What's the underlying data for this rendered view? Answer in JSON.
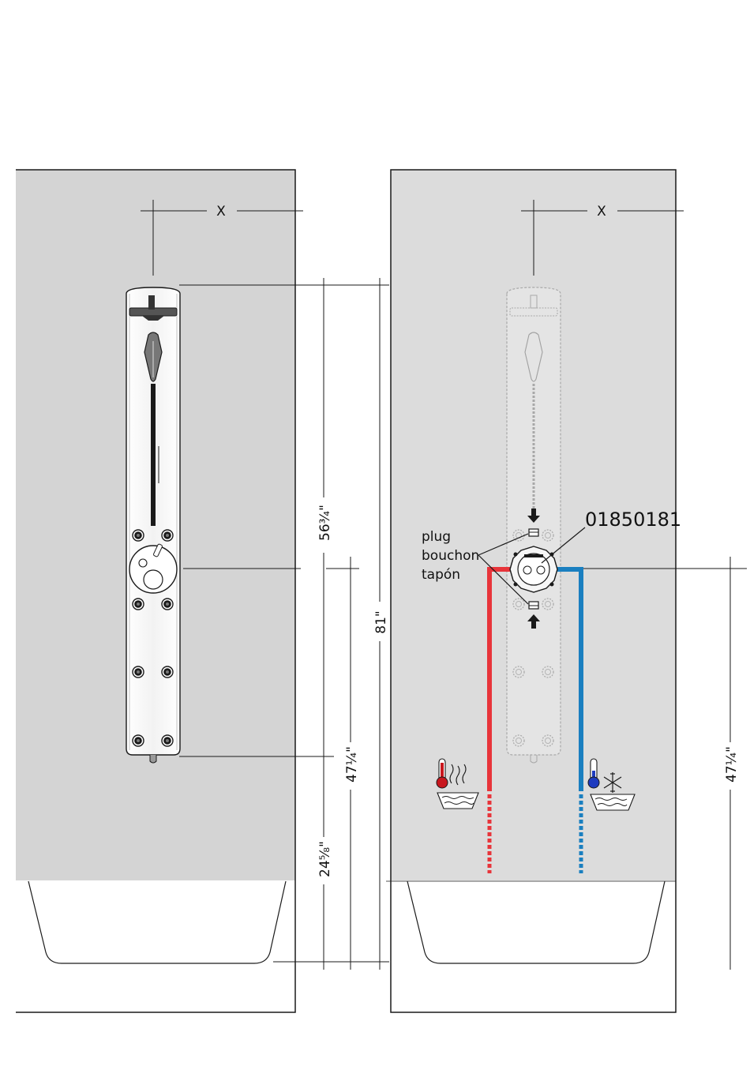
{
  "diagram": {
    "axis_marker": "X",
    "dimensions": {
      "top_height": "56¾\"",
      "total_height": "81\"",
      "mixer_height_left": "47¼\"",
      "bottom_height": "24⅝\"",
      "mixer_height_right": "47¼\""
    },
    "part_number": "01850181",
    "plug_labels": [
      "plug",
      "bouchon",
      "tapón"
    ],
    "colors": {
      "wall": "#d4d4d4",
      "wall_faded": "#dcdcdc",
      "hot": "#e8343a",
      "cold": "#1a7fc0",
      "line": "#1a1a1a",
      "ghost": "#a8a8a8"
    },
    "icons": {
      "hot": "thermometer-hot-water-icon",
      "cold": "thermometer-cold-water-icon"
    }
  }
}
